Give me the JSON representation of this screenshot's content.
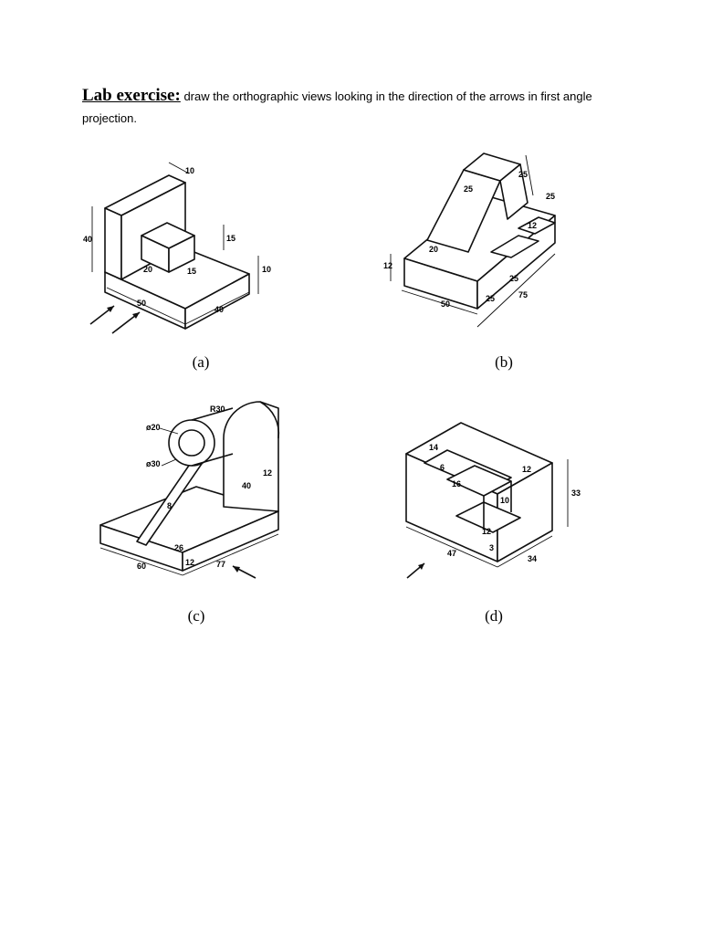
{
  "header": {
    "title": "Lab exercise:",
    "instruction": "draw the orthographic views looking in the direction of the arrows in first angle projection."
  },
  "figures": [
    {
      "caption": "(a)",
      "dims": [
        "10",
        "40",
        "15",
        "10",
        "20",
        "15",
        "50",
        "40"
      ]
    },
    {
      "caption": "(b)",
      "dims": [
        "25",
        "25",
        "25",
        "12",
        "12",
        "20",
        "50",
        "25",
        "25",
        "75"
      ]
    },
    {
      "caption": "(c)",
      "dims": [
        "R30",
        "ø20",
        "12",
        "ø30",
        "40",
        "8",
        "12",
        "26",
        "60",
        "77"
      ]
    },
    {
      "caption": "(d)",
      "dims": [
        "14",
        "16",
        "6",
        "10",
        "12",
        "12",
        "3",
        "33",
        "47",
        "34"
      ]
    }
  ]
}
